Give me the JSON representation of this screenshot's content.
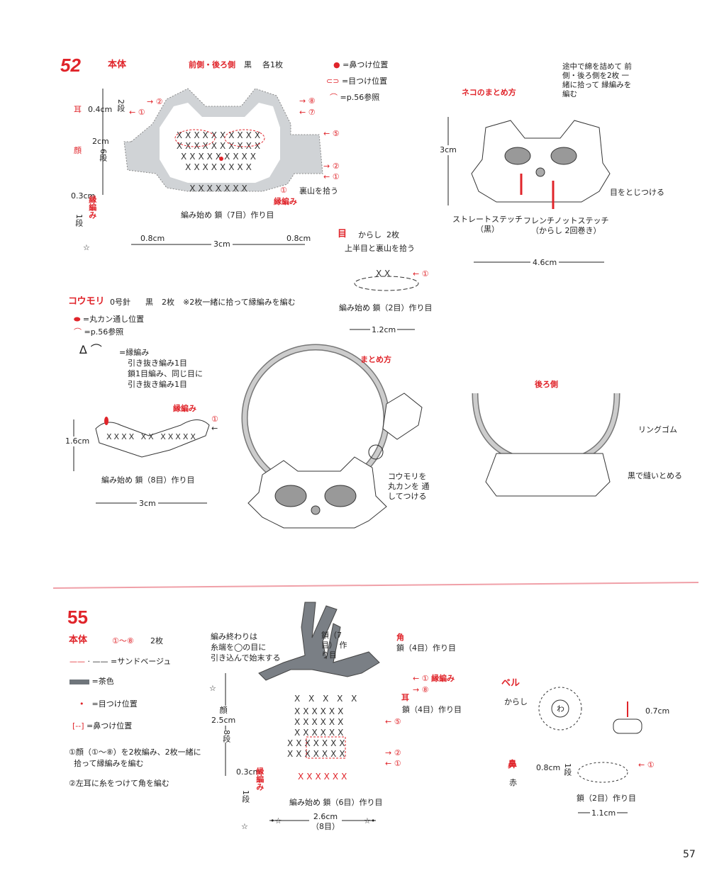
{
  "s52": {
    "number": "52",
    "body_label": "本体",
    "body_parts": "前側・後ろ側",
    "body_color": "黒",
    "body_count": "各1枚",
    "legend": [
      "=鼻つけ位置",
      "=目つけ位置",
      "=p.56参照"
    ],
    "ear": "耳",
    "ear_size": "0.4cm",
    "ear_rows": "2段",
    "face": "顔",
    "face_size": "2cm",
    "face_rows": "6段",
    "edge_size": "0.3cm",
    "edge_rows": "1段",
    "edge_label": "縁編み",
    "rows_left": [
      "②",
      "①"
    ],
    "rows_right": [
      "⑧",
      "⑦",
      "⑤",
      "②",
      "①"
    ],
    "edge_start": "①",
    "edge_start_label": "縁編み",
    "back_loop": "裏山を拾う",
    "start_note": "編み始め 鎖（7目）作り目",
    "dims": [
      "0.8cm",
      "3cm",
      "0.8cm"
    ],
    "eye": {
      "title": "目",
      "color": "からし",
      "count": "2枚",
      "note": "上半目と裏山を拾う",
      "row": "①",
      "start": "編み始め 鎖（2目）作り目",
      "width": "1.2cm"
    },
    "cat_assembly": {
      "title": "ネコのまとめ方",
      "note": "途中で綿を詰めて 前側・後ろ側を2枚 一緒に拾って 縁編みを編む",
      "height": "3cm",
      "eyes": "目をとじつける",
      "straight": "ストレートステッチ",
      "straight_color": "（黒）",
      "french": "フレンチノットステッチ",
      "french_color": "（からし 2回巻き）",
      "width": "4.6cm"
    },
    "bat": {
      "title": "コウモリ",
      "hook": "0号針",
      "color": "黒",
      "count": "2枚",
      "note": "※2枚一緒に拾って縁編みを編む",
      "legend_ring": "=丸カン通し位置",
      "legend_ref": "=p.56参照",
      "legend_edge": "=縁編み",
      "edge_desc": [
        "引き抜き編み1目",
        "鎖1目編み、同じ目に",
        "引き抜き編み1目"
      ],
      "edge_label": "縁編み",
      "row": "①",
      "height": "1.6cm",
      "start": "編み始め 鎖（8目）作り目",
      "width": "3cm"
    },
    "assembly": {
      "title": "まとめ方",
      "bat_note": "コウモリを 丸カンを 通してつける"
    },
    "back": {
      "title": "後ろ側",
      "ring": "リングゴム",
      "sew": "黒で縫いとめる"
    }
  },
  "s55": {
    "number": "55",
    "body_label": "本体",
    "body_rows": "①～⑧",
    "body_count": "2枚",
    "legend": [
      "=サンドベージュ",
      "=茶色",
      "=目つけ位置",
      "=鼻つけ位置"
    ],
    "notes": [
      "①顔（①～⑧）を2枚編み、2枚一緒に",
      "拾って縁編みを編む",
      "②左耳に糸をつけて角を編む"
    ],
    "finish": [
      "編み終わりは",
      "糸端を◯の目に",
      "引き込んで始末する"
    ],
    "antler_chain": "鎖（7目） 作り目",
    "horn": "角",
    "horn_chain": "鎖（4目）作り目",
    "ear": "耳",
    "ear_chain": "鎖（4目）作り目",
    "rows_right": [
      "①",
      "⑧",
      "⑤",
      "②",
      "①"
    ],
    "edge_label": "縁編み",
    "face": "顔",
    "face_size": "2.5cm",
    "face_rows": "8段",
    "edge_size": "0.3cm",
    "edge_rows": "1段",
    "start": "編み始め 鎖（6目）作り目",
    "width": "2.6cm",
    "width_sts": "（8目）",
    "bell": {
      "title": "ベル",
      "color": "からし",
      "ring": "わ",
      "size": "0.7cm"
    },
    "nose": {
      "title": "鼻",
      "color": "赤",
      "size": "0.8cm",
      "rows": "1段",
      "row": "①",
      "start": "鎖（2目）作り目",
      "width": "1.1cm"
    }
  },
  "page_number": "57",
  "colors": {
    "accent": "#e0242a",
    "gray": "#b8bcc0",
    "brown": "#7a7f85",
    "divider": "#f0a0a8"
  }
}
